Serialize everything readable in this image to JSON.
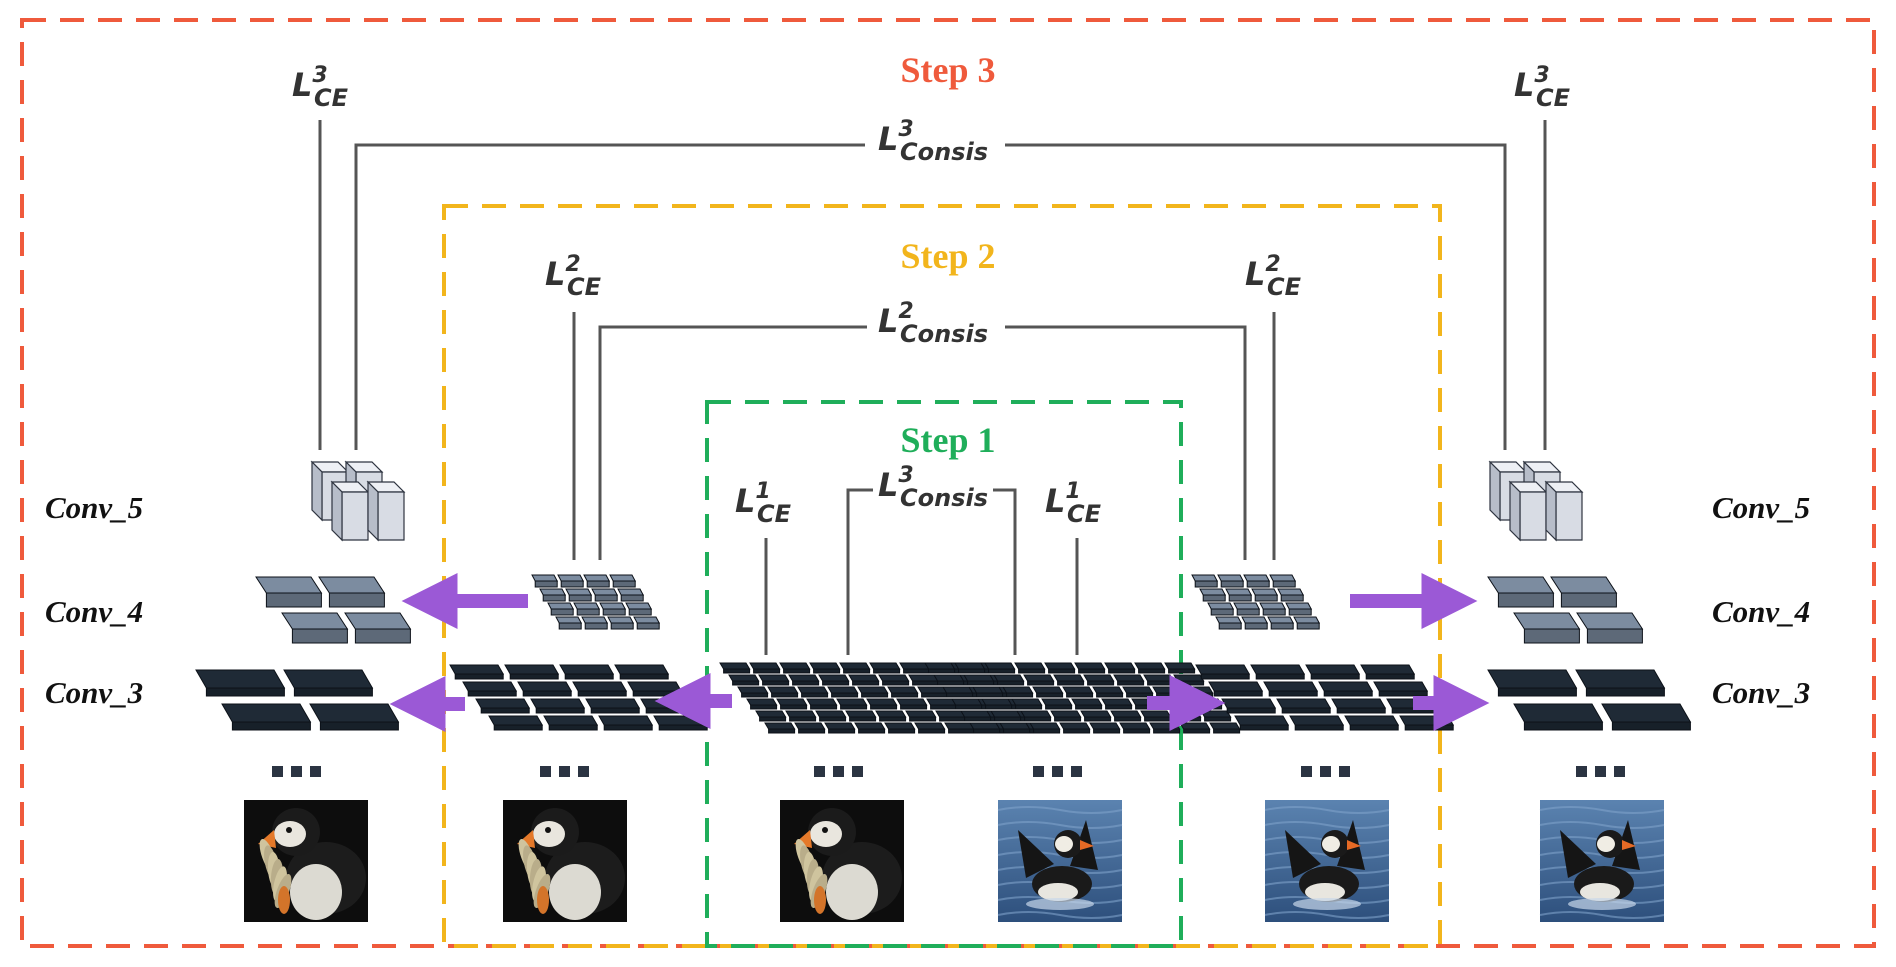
{
  "colors": {
    "step3": "#ef5a3c",
    "step2": "#f2b51c",
    "step1": "#1fae5a",
    "arrow": "#9b59d6",
    "connector": "#555555",
    "conv3_block": "#1f2a36",
    "conv4_block": "#7c8ca0",
    "conv5_block": "#d8dce4"
  },
  "steps": {
    "step3": "Step 3",
    "step2": "Step 2",
    "step1": "Step 1"
  },
  "layer_labels": {
    "left": {
      "conv5": "Conv_5",
      "conv4": "Conv_4",
      "conv3": "Conv_3"
    },
    "right": {
      "conv5": "Conv_5",
      "conv4": "Conv_4",
      "conv3": "Conv_3"
    }
  },
  "losses": {
    "ce3_left": {
      "base": "L",
      "sup": "3",
      "sub": "CE"
    },
    "ce3_right": {
      "base": "L",
      "sup": "3",
      "sub": "CE"
    },
    "consis3_top": {
      "base": "L",
      "sup": "3",
      "sub": "Consis"
    },
    "ce2_left": {
      "base": "L",
      "sup": "2",
      "sub": "CE"
    },
    "ce2_right": {
      "base": "L",
      "sup": "2",
      "sub": "CE"
    },
    "consis2": {
      "base": "L",
      "sup": "2",
      "sub": "Consis"
    },
    "ce1_left": {
      "base": "L",
      "sup": "1",
      "sub": "CE"
    },
    "ce1_right": {
      "base": "L",
      "sup": "1",
      "sub": "CE"
    },
    "consis3_inner": {
      "base": "L",
      "sup": "3",
      "sub": "Consis"
    }
  },
  "ellipsis": "▪▪▪",
  "images": {
    "puffin_fish": "puffin-with-fish-photo",
    "puffin_water": "puffin-in-water-photo"
  }
}
